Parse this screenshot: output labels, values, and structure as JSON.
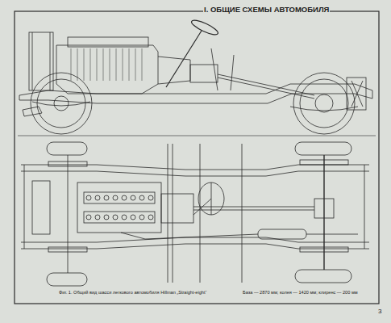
{
  "diagram": {
    "title": "I. ОБЩИЕ СХЕМЫ АВТОМОБИЛЯ",
    "caption": "Фиг. 1. Общий вид шасси легкового автомобиля Hillman „Straight-eight“",
    "labels": [
      "База — 2870 мм; колея — 1420 мм; клиренс — 200 мм",
      "3"
    ]
  }
}
